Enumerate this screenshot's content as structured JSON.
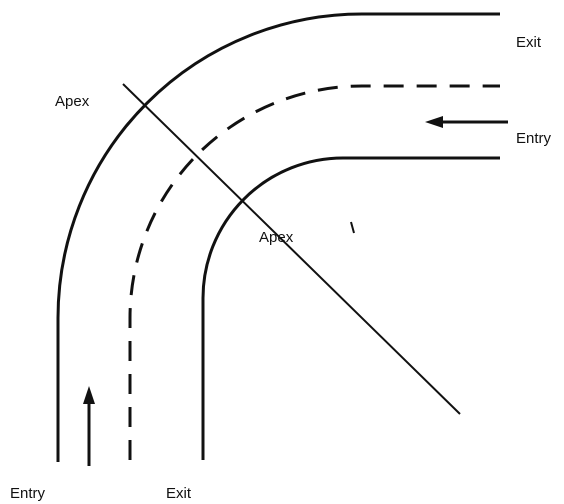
{
  "labels": {
    "exit_top": "Exit",
    "entry_right": "Entry",
    "apex_outer": "Apex",
    "apex_inner": "Apex",
    "entry_bottom": "Entry",
    "exit_bottom": "Exit"
  },
  "colors": {
    "ink": "#111111",
    "background": "#ffffff"
  }
}
